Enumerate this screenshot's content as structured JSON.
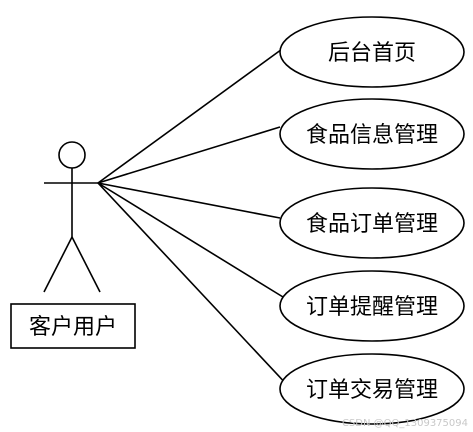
{
  "actor": {
    "label": "客户用户"
  },
  "use_cases": [
    {
      "id": "home",
      "label": "后台首页"
    },
    {
      "id": "food-info",
      "label": "食品信息管理"
    },
    {
      "id": "food-order",
      "label": "食品订单管理"
    },
    {
      "id": "order-remind",
      "label": "订单提醒管理"
    },
    {
      "id": "order-trade",
      "label": "订单交易管理"
    }
  ],
  "associations": [
    {
      "from": "actor",
      "to": "home"
    },
    {
      "from": "actor",
      "to": "food-info"
    },
    {
      "from": "actor",
      "to": "food-order"
    },
    {
      "from": "actor",
      "to": "order-remind"
    },
    {
      "from": "actor",
      "to": "order-trade"
    }
  ],
  "watermark": "CSDN @QQ_1309375094"
}
